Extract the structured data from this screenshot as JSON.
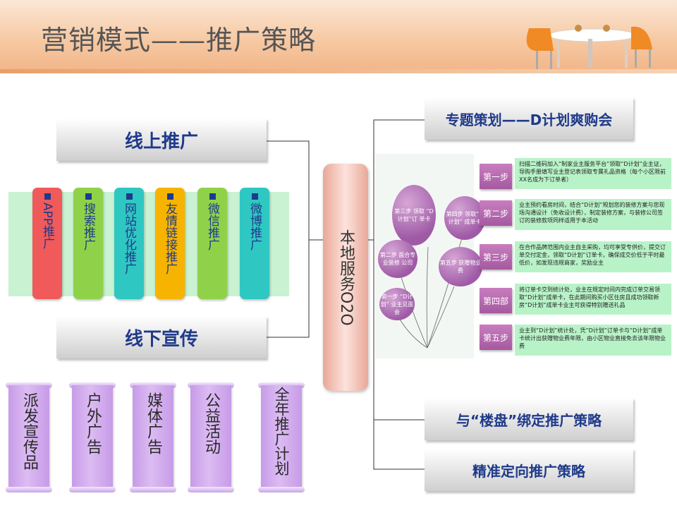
{
  "title": "营销模式——推广策略",
  "online": {
    "label": "线上推广",
    "items": [
      {
        "label": "APP推广",
        "color": "#f05a5a"
      },
      {
        "label": "搜索推广",
        "color": "#8fd24a"
      },
      {
        "label": "网站优化推广",
        "color": "#2fc7c2"
      },
      {
        "label": "友情链接推广",
        "color": "#f6b400"
      },
      {
        "label": "微信推广",
        "color": "#8fd24a"
      },
      {
        "label": "微博推广",
        "color": "#2fc7c2"
      }
    ]
  },
  "offline": {
    "label": "线下宣传",
    "items": [
      "派发宣传品",
      "户外广告",
      "媒体广告",
      "公益活动",
      "全年推广计划"
    ]
  },
  "center": {
    "label": "本地服务O2O"
  },
  "right": {
    "topic": "专题策划——D计划爽购会",
    "bind": "与“楼盘”绑定推广策略",
    "precise": "精准定向推广策略"
  },
  "steps": [
    {
      "label": "第一步",
      "desc": "扫描二维码加入“制家业主服务平台”领取“D计划”业主证，导购手册填写业主登记表领取专属礼品资格（每个小区限前XX名成为下订单者）"
    },
    {
      "label": "第二步",
      "desc": "业主预约看房时间，结合“D计划”规划您的装修方案与您现场沟通设计（免收设计费），制定装修方案，与装修公司签订的装修款项同样适用于本活动"
    },
    {
      "label": "第三步",
      "desc": "在合作品牌范围内业主自主采购，均可享受专供价，提交订单交付定金，领取“D计划”订单卡，确保成交价低于平时最低价，如发现违规商家，奖励业主"
    },
    {
      "label": "第四部",
      "desc": "将订单卡交到统计处，业主在规定时间内完成订单交易领取“D计划”成单卡，在此期间购买小区住房且成功领取新房“D计划”成单卡业主可获得特别赠送礼品"
    },
    {
      "label": "第五步",
      "desc": "业主到“D计划”统计处，凭“D计划”订单卡与“D计划”成单卡统计出获赠物业费年限，由小区物业直接免去该年限物业费"
    }
  ],
  "balloons": [
    {
      "label": "第三步 领取 “D计划”订 单卡"
    },
    {
      "label": "第四步 领取“D计划” 成单卡"
    },
    {
      "label": "第二步 面合专业装修 公司"
    },
    {
      "label": "第五步 获赠物业费"
    },
    {
      "label": "第一步 “D计划” 业主见面会"
    }
  ]
}
